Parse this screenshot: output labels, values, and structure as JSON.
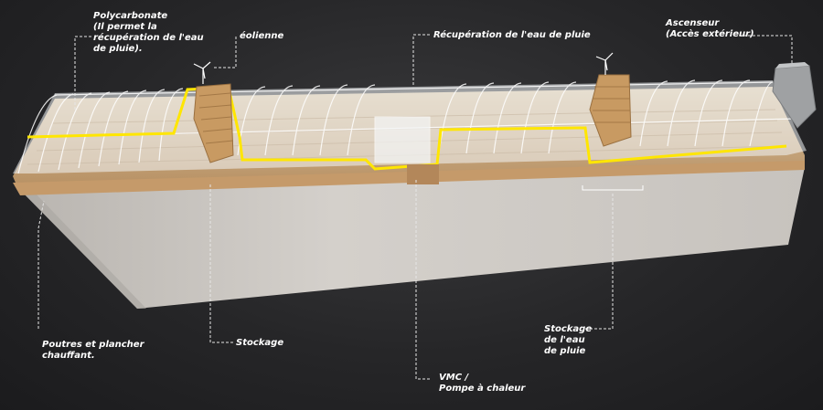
{
  "labels": {
    "polycarbonate": "Polycarbonate\n(Il permet la\nrécupération de l'eau\nde pluie).",
    "eolienne": "éolienne",
    "recuperation": "Récupération de l'eau de pluie",
    "ascenseur": "Ascenseur\n(Accès extérieur)",
    "poutres": "Poutres et plancher\nchauffant.",
    "stockage": "Stockage",
    "vmc": "VMC /\nPompe à chaleur",
    "stockage_eau": "Stockage\nde l'eau\nde pluie"
  },
  "colors": {
    "wall": "#cfcbc6",
    "wood": "#c9a57a",
    "glass": "#e9eef0",
    "yellow": "#ffe600",
    "leader": "#e6e6e6"
  }
}
